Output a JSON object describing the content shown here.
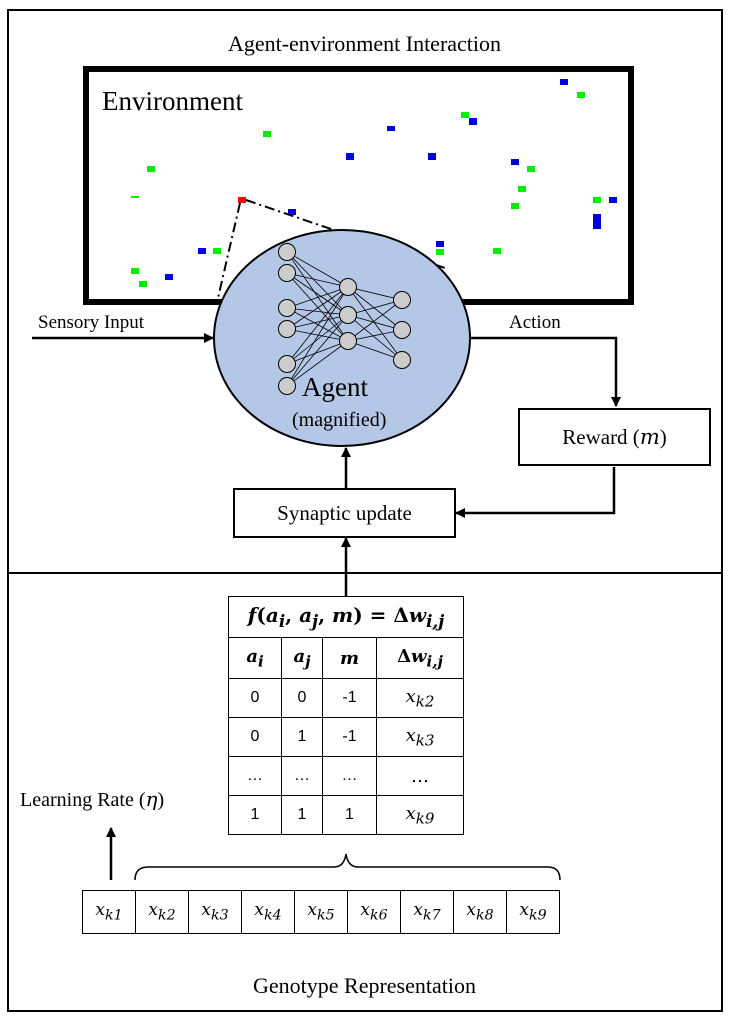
{
  "top_section": {
    "title": "Agent-environment Interaction",
    "environment_label": "Environment",
    "sensory_label": "Sensory Input",
    "action_label": "Action",
    "agent_label": "Agent",
    "agent_sub": "(magnified)",
    "reward_label": "Reward (",
    "reward_var": "m",
    "reward_close": ")",
    "synaptic_label": "Synaptic update"
  },
  "rule_table": {
    "header": "f(a_i, a_j, m) = Δw_i,j",
    "columns": [
      "a_i",
      "a_j",
      "m",
      "Δw_i,j"
    ],
    "rows": [
      [
        "0",
        "0",
        "-1",
        "x_k2"
      ],
      [
        "0",
        "1",
        "-1",
        "x_k3"
      ],
      [
        "…",
        "…",
        "…",
        "…"
      ],
      [
        "1",
        "1",
        "1",
        "x_k9"
      ]
    ]
  },
  "learning_rate": {
    "label": "Learning Rate (",
    "var": "η",
    "close": ")"
  },
  "genotype": {
    "cells": [
      "x_k1",
      "x_k2",
      "x_k3",
      "x_k4",
      "x_k5",
      "x_k6",
      "x_k7",
      "x_k8",
      "x_k9"
    ],
    "caption": "Genotype Representation"
  },
  "colors": {
    "agent_fill": "#b4c7e7",
    "neuron_fill": "#cccccc",
    "food_green": "#00ee00",
    "poison_blue": "#0000dd",
    "agent_red": "#ff0000"
  }
}
